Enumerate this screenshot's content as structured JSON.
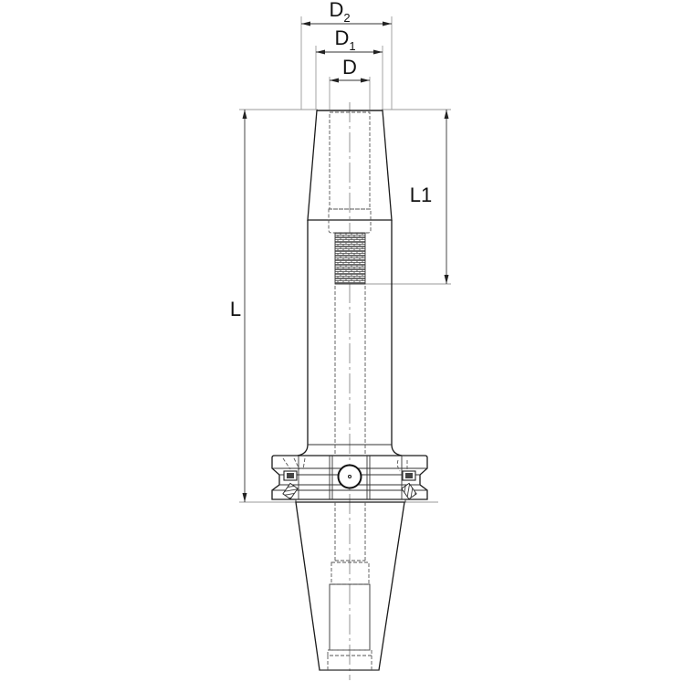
{
  "drawing": {
    "title": "Shrink-fit / collet tool holder technical drawing (side view)",
    "background": "#ffffff",
    "line_color": "#1a1a1a",
    "dimensions": {
      "D2": {
        "label": "D",
        "subscript": "2"
      },
      "D1": {
        "label": "D",
        "subscript": "1"
      },
      "D": {
        "label": "D"
      },
      "L": {
        "label": "L"
      },
      "L1": {
        "label": "L1"
      }
    },
    "parts": [
      "tapered-nose",
      "bore-cavity",
      "knurled-clamp-section",
      "shank-body",
      "flange-collar",
      "drive-slot",
      "retention-ring-left",
      "retention-ring-right",
      "taper-cone",
      "pull-stud-bore"
    ]
  }
}
